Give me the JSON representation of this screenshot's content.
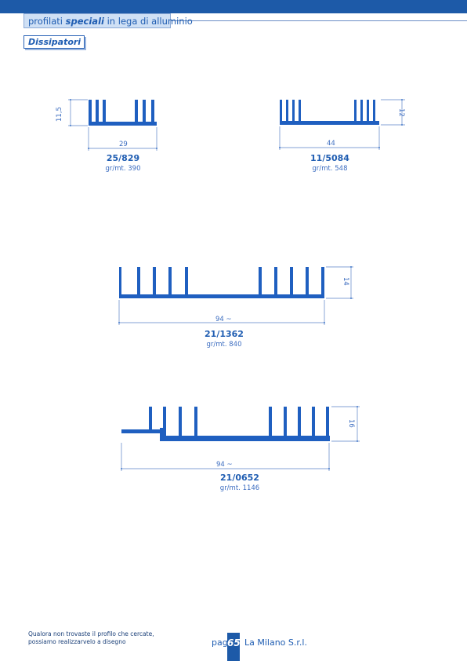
{
  "header": {
    "prefix": "profilati ",
    "bold": "speciali",
    "suffix": " in lega di alluminio"
  },
  "section": {
    "title": "Dissipatori"
  },
  "profiles": [
    {
      "code": "25/829",
      "weight": "gr/mt.  390",
      "width": "29",
      "height": "11,5"
    },
    {
      "code": "11/5084",
      "weight": "gr/mt.  548",
      "width": "44",
      "height": "12"
    },
    {
      "code": "21/1362",
      "weight": "gr/mt.  840",
      "width": "94 ~",
      "height": "14"
    },
    {
      "code": "21/0652",
      "weight": "gr/mt.  1146",
      "width": "94 ~",
      "height": "16"
    }
  ],
  "footer": {
    "note_line1": "Qualora non trovaste il profilo che cercate,",
    "note_line2": "possiamo   realizzarvelo   a   disegno",
    "pag_label": "pag.",
    "page_number": "65",
    "company": "La Milano S.r.l."
  },
  "colors": {
    "brand": "#1d5aa8",
    "profile": "#1f5fc0"
  }
}
